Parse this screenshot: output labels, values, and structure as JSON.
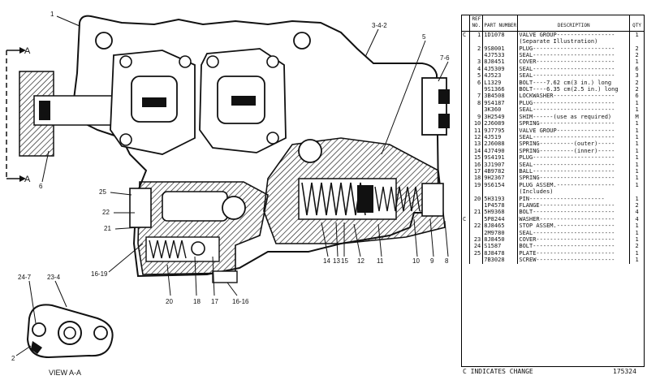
{
  "diagram": {
    "callouts": {
      "c1": "1",
      "c3412": "3-4-2",
      "c5": "5",
      "c76": "7-6",
      "c25": "25",
      "c22": "22",
      "c21": "21",
      "c1619": "16-19",
      "c14": "14",
      "c13": "13",
      "c15": "15",
      "c12": "12",
      "c11": "11",
      "c10": "10",
      "c9": "9",
      "c8": "8",
      "c20": "20",
      "c18": "18",
      "c17": "17",
      "c1616": "16-16",
      "c6": "6",
      "c247": "24-7",
      "c234": "23-4",
      "c2": "2"
    },
    "section_marks": {
      "a_top": "A",
      "a_bottom": "A"
    },
    "view_label": "VIEW A-A"
  },
  "parts_table": {
    "headers": {
      "c": "",
      "ref": "REF NO.",
      "pn": "PART NUMBER",
      "desc": "DESCRIPTION",
      "qty": "QTY"
    },
    "rows": [
      {
        "c": "C",
        "ref": "1",
        "pn": "1D1078",
        "desc": "VALVE GROUP-----------------",
        "qty": "1"
      },
      {
        "c": "",
        "ref": "",
        "pn": "",
        "desc": "   (Separate Illustration)",
        "qty": ""
      },
      {
        "c": "",
        "ref": "2",
        "pn": "9S8001",
        "desc": "PLUG------------------------",
        "qty": "2"
      },
      {
        "c": "",
        "ref": "",
        "pn": "4J7533",
        "desc": "SEAL------------------------",
        "qty": "2"
      },
      {
        "c": "",
        "ref": "3",
        "pn": "8J8451",
        "desc": "COVER-----------------------",
        "qty": "1"
      },
      {
        "c": "",
        "ref": "4",
        "pn": "4J5309",
        "desc": "SEAL------------------------",
        "qty": "6"
      },
      {
        "c": "",
        "ref": "5",
        "pn": "4J523",
        "desc": "SEAL------------------------",
        "qty": "3"
      },
      {
        "c": "",
        "ref": "6",
        "pn": "L1329",
        "desc": "BOLT----7.62 cm(3 in.) long",
        "qty": "2"
      },
      {
        "c": "",
        "ref": "",
        "pn": "9S1366",
        "desc": "BOLT----6.35 cm(2.5 in.) long",
        "qty": "2"
      },
      {
        "c": "",
        "ref": "7",
        "pn": "3B4508",
        "desc": "LOCKWASHER------------------",
        "qty": "6"
      },
      {
        "c": "",
        "ref": "8",
        "pn": "9S4187",
        "desc": "PLUG------------------------",
        "qty": "1"
      },
      {
        "c": "",
        "ref": "",
        "pn": "3K360",
        "desc": "SEAL------------------------",
        "qty": "1"
      },
      {
        "c": "",
        "ref": "9",
        "pn": "3H2549",
        "desc": "SHIM------(use as required)",
        "qty": "M"
      },
      {
        "c": "",
        "ref": "10",
        "pn": "2J6089",
        "desc": "SPRING----------------------",
        "qty": "1"
      },
      {
        "c": "",
        "ref": "11",
        "pn": "9J7795",
        "desc": "VALVE GROUP-----------------",
        "qty": "1"
      },
      {
        "c": "",
        "ref": "12",
        "pn": "4J519",
        "desc": "SEAL------------------------",
        "qty": "1"
      },
      {
        "c": "",
        "ref": "13",
        "pn": "2J6088",
        "desc": "SPRING----------(outer)-----",
        "qty": "1"
      },
      {
        "c": "",
        "ref": "14",
        "pn": "4J7490",
        "desc": "SPRING----------(inner)-----",
        "qty": "1"
      },
      {
        "c": "",
        "ref": "15",
        "pn": "9S4191",
        "desc": "PLUG------------------------",
        "qty": "1"
      },
      {
        "c": "",
        "ref": "16",
        "pn": "3J1907",
        "desc": "SEAL------------------------",
        "qty": "1"
      },
      {
        "c": "",
        "ref": "17",
        "pn": "4B9782",
        "desc": "BALL------------------------",
        "qty": "1"
      },
      {
        "c": "",
        "ref": "18",
        "pn": "9H2367",
        "desc": "SPRING----------------------",
        "qty": "1"
      },
      {
        "c": "",
        "ref": "19",
        "pn": "9S6154",
        "desc": "PLUG ASSEM.-----------------",
        "qty": "1"
      },
      {
        "c": "",
        "ref": "",
        "pn": "",
        "desc": "   (Includes)",
        "qty": ""
      },
      {
        "c": "",
        "ref": "20",
        "pn": "5H3193",
        "desc": "   PIN----------------------",
        "qty": "1"
      },
      {
        "c": "",
        "ref": "",
        "pn": "1P4578",
        "desc": "FLANGE----------------------",
        "qty": "2"
      },
      {
        "c": "",
        "ref": "21",
        "pn": "5H9368",
        "desc": "BOLT------------------------",
        "qty": "4"
      },
      {
        "c": "C",
        "ref": "",
        "pn": "5P8244",
        "desc": "WASHER----------------------",
        "qty": "4"
      },
      {
        "c": "",
        "ref": "22",
        "pn": "8J8465",
        "desc": "STOP ASSEM.-----------------",
        "qty": "1"
      },
      {
        "c": "",
        "ref": "",
        "pn": "2M9780",
        "desc": "SEAL------------------------",
        "qty": "1"
      },
      {
        "c": "",
        "ref": "23",
        "pn": "8J8450",
        "desc": "COVER-----------------------",
        "qty": "1"
      },
      {
        "c": "",
        "ref": "24",
        "pn": "S1587",
        "desc": "BOLT------------------------",
        "qty": "2"
      },
      {
        "c": "",
        "ref": "25",
        "pn": "8J8478",
        "desc": "PLATE-----------------------",
        "qty": "1"
      },
      {
        "c": "",
        "ref": "",
        "pn": "7B3028",
        "desc": "SCREW-----------------------",
        "qty": "1"
      }
    ]
  },
  "footer": {
    "note": "C INDICATES CHANGE",
    "drawing_number": "175324"
  }
}
